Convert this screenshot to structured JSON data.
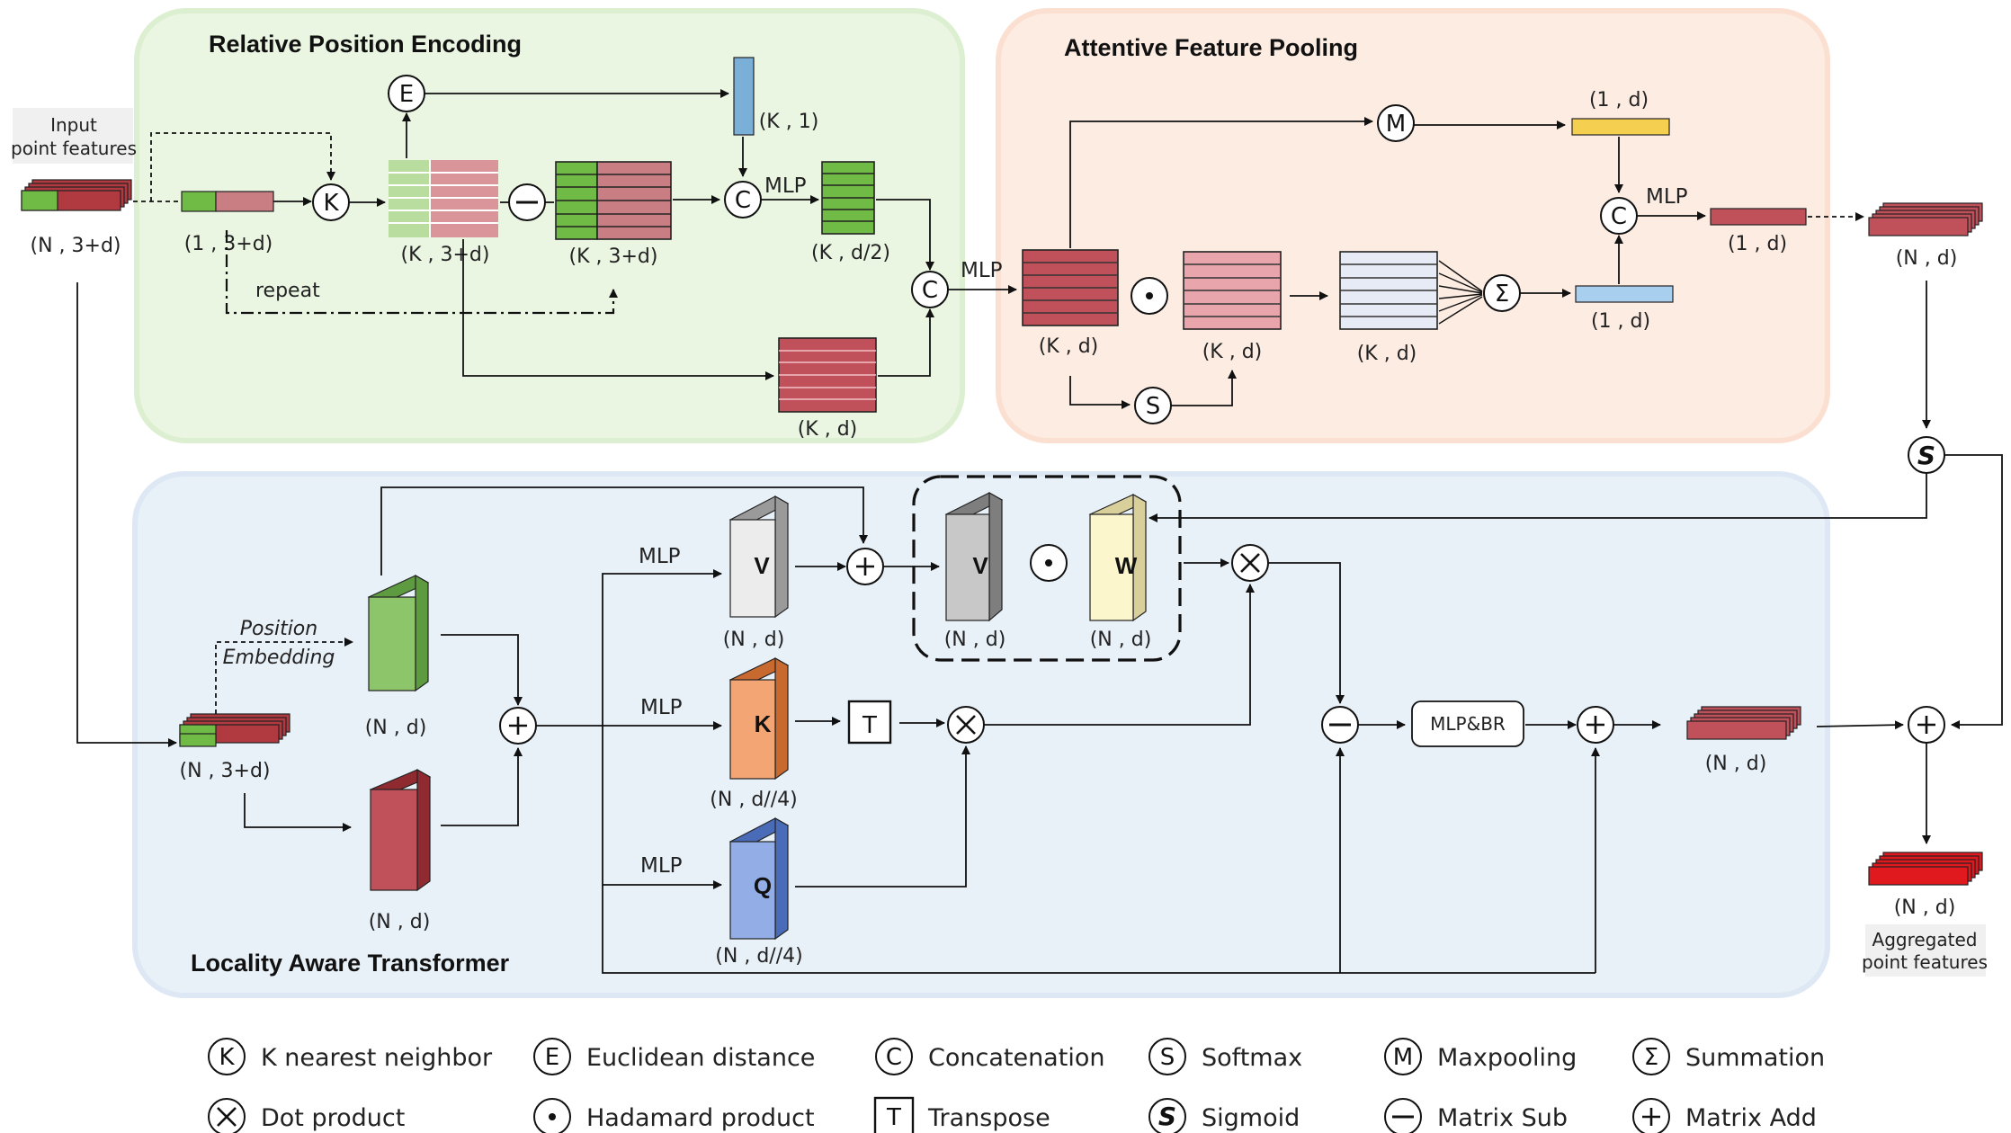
{
  "sections": {
    "rpe_title": "Relative Position Encoding",
    "afp_title": "Attentive Feature Pooling",
    "lat_title": "Locality Aware Transformer"
  },
  "colors": {
    "rpe_bg": "#eaf5e2",
    "afp_bg": "#fdece2",
    "lat_bg": "#e8f0f8",
    "green": "#8cc56a",
    "red": "#c0505a",
    "pink": "#d9959a",
    "blue": "#7ab0d8",
    "yellow": "#f5d050",
    "lightblue": "#a9cfef"
  },
  "labels": {
    "input": [
      "Input",
      "point features"
    ],
    "input_dim": "(N , 3+d)",
    "row_dim": "(1 , 3+d)",
    "knn_dim": "(K , 3+d)",
    "sub_dim": "(K , 3+d)",
    "dist_dim": "(K , 1)",
    "half_dim": "(K , d/2)",
    "kd_dim": "(K , d)",
    "repeat": "repeat",
    "mlp": "MLP",
    "afp_kd1": "(K , d)",
    "afp_kd2": "(K , d)",
    "afp_kd3": "(K , d)",
    "max_dim": "(1 , d)",
    "sum_dim": "(1 , d)",
    "out1_dim": "(1 , d)",
    "out_nd": "(N , d)",
    "pos_emb": [
      "Position",
      "Embedding"
    ],
    "lat_in_dim": "(N , 3+d)",
    "green_nd": "(N , d)",
    "red_nd": "(N , d)",
    "v_dim": "(N , d)",
    "k_dim": "(N , d//4)",
    "q_dim": "(N , d//4)",
    "v2_dim": "(N , d)",
    "w_dim": "(N , d)",
    "mlpbr": "MLP&BR",
    "lat_out_dim": "(N , d)",
    "final_dim": "(N , d)",
    "aggregated": [
      "Aggregated",
      "point features"
    ],
    "V": "V",
    "K": "K",
    "Q": "Q",
    "W": "W"
  },
  "ops": {
    "knn": "K",
    "euclid": "E",
    "concat": "C",
    "softmax": "S",
    "maxpool": "M",
    "sum": "Σ",
    "dot": "×",
    "hadamard": "·",
    "transpose": "T",
    "sigmoid": "S",
    "sub": "−",
    "add": "+"
  },
  "legend": [
    {
      "symbol": "K",
      "label": "K nearest neighbor"
    },
    {
      "symbol": "E",
      "label": "Euclidean distance"
    },
    {
      "symbol": "C",
      "label": "Concatenation"
    },
    {
      "symbol": "S",
      "label": "Softmax"
    },
    {
      "symbol": "M",
      "label": "Maxpooling"
    },
    {
      "symbol": "Σ",
      "label": "Summation"
    },
    {
      "symbol": "×",
      "label": "Dot product"
    },
    {
      "symbol": "·",
      "label": "Hadamard product"
    },
    {
      "symbol": "T",
      "label": "Transpose"
    },
    {
      "symbol": "S",
      "label": "Sigmoid"
    },
    {
      "symbol": "−",
      "label": "Matrix Sub"
    },
    {
      "symbol": "+",
      "label": "Matrix Add"
    }
  ]
}
